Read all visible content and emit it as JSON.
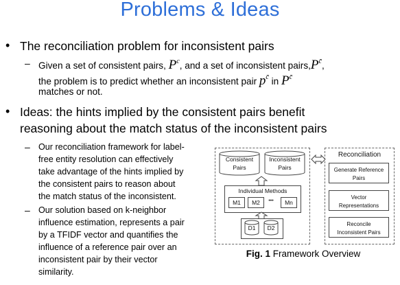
{
  "title": "Problems & Ideas",
  "bullet_marks": [
    "•",
    "–"
  ],
  "bullet1": "The reconciliation problem for inconsistent pairs",
  "sub1": {
    "text_a": "Given a set of consistent pairs,",
    "text_b": ", and a set of inconsistent pairs,",
    "text_c": "the problem is to predict whether an inconsistent pair",
    "text_d": "in",
    "text_e": "matches or not.",
    "sym_P": "P",
    "sym_p": "p",
    "sup_c": "c",
    "sup_cbar": "c̄",
    "comma": ","
  },
  "bullet2": {
    "line1": "Ideas: the hints implied by the consistent pairs benefit",
    "line2": "reasoning about the match status of the inconsistent pairs"
  },
  "sub2": [
    "Our reconciliation framework for label-",
    "free entity resolution can effectively",
    "take advantage of the hints implied by",
    "the consistent pairs to reason about",
    "the match status of the inconsistent."
  ],
  "sub3": [
    "Our solution based on k-neighbor",
    "influence estimation, represents a pair",
    "by a TFIDF vector and quantifies the",
    "influence of a reference pair over an",
    "inconsistent pair by their vector",
    "similarity."
  ],
  "figure": {
    "consistent": [
      "Consistent",
      "Pairs"
    ],
    "inconsistent": [
      "Inconsistent",
      "Pairs"
    ],
    "methods_title": "Individual Methods",
    "methods": [
      "M1",
      "M2",
      "Mn"
    ],
    "ellipsis": "•••",
    "data": [
      "D1",
      "D2"
    ],
    "reconciliation": "Reconciliation",
    "steps": [
      [
        "Generate Reference",
        "Pairs"
      ],
      [
        "Vector",
        "Representations"
      ],
      [
        "Reconcile",
        "Inconsistent Pairs"
      ]
    ],
    "caption_bold": "Fig. 1",
    "caption_rest": " Framework Overview"
  }
}
